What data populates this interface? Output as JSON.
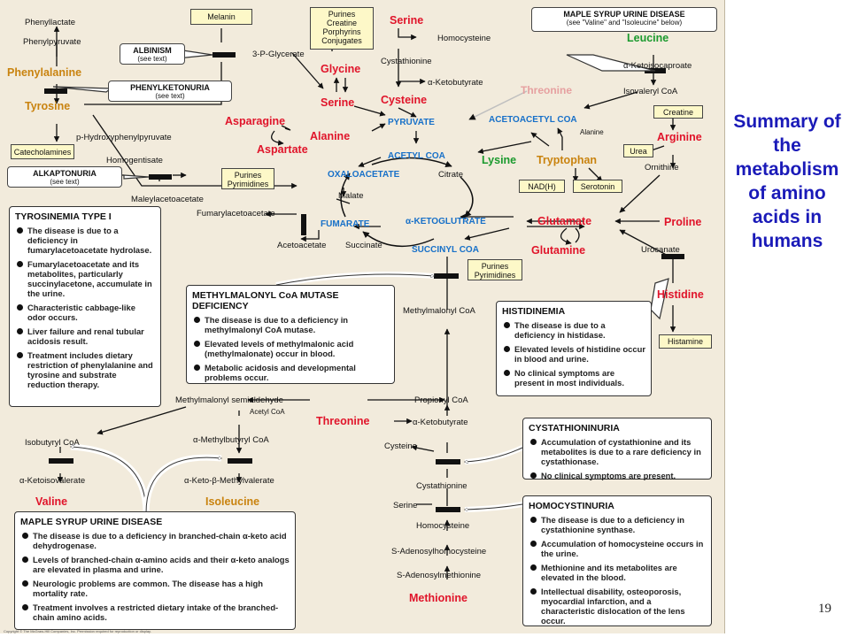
{
  "side_title": "Summary of the metabolism of amino acids in humans",
  "page_number": "19",
  "copyright": "Copyright © The McGraw-Hill Companies, Inc. Permission required for reproduction or display.",
  "colors": {
    "amino_acid": "#e0142a",
    "phenyl": "#c9830f",
    "central": "#1770c8",
    "glucogenic": "#1b9a2e",
    "threonine_faded": "#e6a0a0",
    "background": "#f2ebdc",
    "title": "#1a1ab8"
  },
  "amino_acids": {
    "phenylalanine": "Phenylalanine",
    "tyrosine": "Tyrosine",
    "serine_top": "Serine",
    "glycine": "Glycine",
    "serine_mid": "Serine",
    "cysteine": "Cysteine",
    "asparagine": "Asparagine",
    "aspartate": "Aspartate",
    "alanine": "Alanine",
    "leucine": "Leucine",
    "threonine_faded": "Threonine",
    "lysine": "Lysine",
    "tryptophan": "Tryptophan",
    "arginine": "Arginine",
    "proline": "Proline",
    "glutamate": "Glutamate",
    "glutamine": "Glutamine",
    "histidine": "Histidine",
    "threonine": "Threonine",
    "valine": "Valine",
    "isoleucine": "Isoleucine",
    "methionine": "Methionine"
  },
  "central": {
    "pyruvate": "PYRUVATE",
    "acetyl_coa": "ACETYL COA",
    "acetoacetyl_coa": "ACETOACETYL COA",
    "oxaloacetate": "OXALOACETATE",
    "fumarate": "FUMARATE",
    "ketoglutarate": "α-KETOGLUTRATE",
    "succinyl_coa": "SUCCINYL COA"
  },
  "intermediates": {
    "phenyllactate": "Phenyllactate",
    "phenylpyruvate": "Phenylpyruvate",
    "three_p_glycerate": "3-P-Glycerate",
    "homocysteine_top": "Homocysteine",
    "cystathionine_top": "Cystathionine",
    "ketobutyrate_top": "α-Ketobutyrate",
    "ketoisocaproate": "α-Ketoisocaproate",
    "isovaleryl_coa": "Isovaleryl CoA",
    "p_hydroxy": "p-Hydroxyphenylpyruvate",
    "homogentisate": "Homogentisate",
    "maleylacetoacetate": "Maleylacetoacetate",
    "fumarylacetoacetate": "Fumarylacetoacetate",
    "acetoacetate": "Acetoacetate",
    "succinate": "Succinate",
    "malate": "Malate",
    "citrate": "Citrate",
    "alanine_small": "Alanine",
    "ornithine": "Ornithine",
    "urocanate": "Urocanate",
    "methylmalonyl_coa": "Methylmalonyl CoA",
    "methylmalonyl_semialdehyde": "Methylmalonyl semialdehyde",
    "acetyl_coa_small": "Acetyl CoA",
    "propionyl_coa": "Propionyl CoA",
    "ketobutyrate_low": "α-Ketobutyrate",
    "isobutyryl_coa": "Isobutyryl CoA",
    "methylbutyryl_coa": "α-Methylbutyryl CoA",
    "ketoisovalerate": "α-Ketoisovalerate",
    "keto_methylvalerate": "α-Keto-β-Methylvalerate",
    "cysteine_low": "Cysteine",
    "cystathionine_low": "Cystathionine",
    "serine_low": "Serine",
    "homocysteine_low": "Homocysteine",
    "s_adenosylhomocysteine": "S-Adenosylhomocysteine",
    "s_adenosylmethionine": "S-Adenosylmethionine"
  },
  "products": {
    "melanin": "Melanin",
    "purines_top": [
      "Purines",
      "Creatine",
      "Porphyrins",
      "Conjugates"
    ],
    "catecholamines": "Catecholamines",
    "purines_mid": [
      "Purines",
      "Pyrimidines"
    ],
    "creatine": "Creatine",
    "urea": "Urea",
    "nadh": "NAD(H)",
    "serotonin": "Serotonin",
    "purines_low": [
      "Purines",
      "Pyrimidines"
    ],
    "histamine": "Histamine"
  },
  "disorder_labels": {
    "albinism": "ALBINISM",
    "albinism_sub": "(see text)",
    "pku": "PHENYLKETONURIA",
    "pku_sub": "(see text)",
    "alkaptonuria": "ALKAPTONURIA",
    "alkaptonuria_sub": "(see text)"
  },
  "msud_top": {
    "title": "MAPLE SYRUP URINE DISEASE",
    "sub": "(see \"Valine\" and \"Isoleucine\" below)"
  },
  "tyrosinemia": {
    "title": "TYROSINEMIA TYPE I",
    "items": [
      "The disease is due to a deficiency in fumarylacetoacetate hydrolase.",
      "Fumarylacetoacetate and its metabolites, particularly succinylacetone, accumulate in the urine.",
      "Characteristic cabbage-like odor occurs.",
      "Liver failure and renal tubular acidosis result.",
      "Treatment includes dietary restriction of phenylalanine and tyrosine and substrate reduction therapy."
    ]
  },
  "mma": {
    "title": "METHYLMALONYL CoA MUTASE DEFICIENCY",
    "items": [
      "The disease is due to a deficiency in methylmalonyl CoA mutase.",
      "Elevated levels of methylmalonic acid (methylmalonate) occur in blood.",
      "Metabolic acidosis and developmental problems occur."
    ]
  },
  "histidinemia": {
    "title": "HISTIDINEMIA",
    "items": [
      "The disease is due to a deficiency in histidase.",
      "Elevated levels of histidine occur in blood and urine.",
      "No clinical symptoms are present in most individuals."
    ]
  },
  "cystathioninuria": {
    "title": "CYSTATHIONINURIA",
    "items": [
      "Accumulation of cystathionine and its metabolites is due to a rare deficiency in cystathionase.",
      "No clinical symptoms are present."
    ]
  },
  "msud_bottom": {
    "title": "MAPLE SYRUP URINE DISEASE",
    "items": [
      "The disease is due to a deficiency in branched-chain α-keto acid dehydrogenase.",
      "Levels of branched-chain α-amino acids and their α-keto analogs are elevated in plasma and urine.",
      "Neurologic problems are common. The disease has a high mortality rate.",
      "Treatment involves a restricted dietary intake of the branched-chain amino acids."
    ]
  },
  "homocystinuria": {
    "title": "HOMOCYSTINURIA",
    "items": [
      "The disease is due to a deficiency in cystathionine synthase.",
      "Accumulation of homocysteine occurs in the urine.",
      "Methionine and its metabolites are elevated in the blood.",
      "Intellectual disability, osteoporosis, myocardial infarction, and a characteristic dislocation of the lens occur."
    ]
  }
}
